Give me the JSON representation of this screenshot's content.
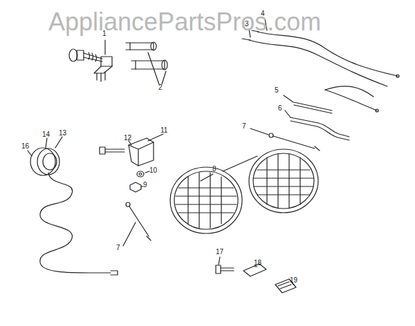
{
  "diagram": {
    "labels": [
      "AppliancePartsPros.com",
      "1",
      "2",
      "3",
      "4",
      "5",
      "6",
      "7",
      "8",
      "11",
      "12",
      "13",
      "14",
      "16",
      "10",
      "9",
      "7",
      "17",
      "18",
      "19"
    ]
  }
}
